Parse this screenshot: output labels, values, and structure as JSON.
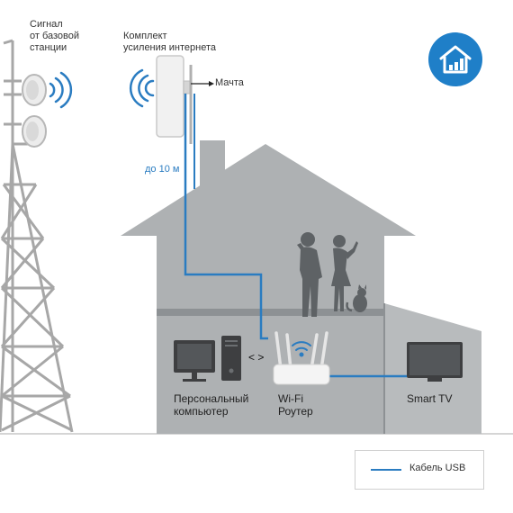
{
  "labels": {
    "signal_line1": "Сигнал",
    "signal_line2": "от базовой",
    "signal_line3": "станции",
    "kit_line1": "Комплект",
    "kit_line2": "усиления интернета",
    "mast": "Мачта",
    "distance": "до 10 м",
    "pc_line1": "Персональный",
    "pc_line2": "компьютер",
    "router_line1": "Wi-Fi",
    "router_line2": "Роутер",
    "tv": "Smart TV",
    "connector": "< >"
  },
  "legend": {
    "usb_cable": "Кабель USB"
  },
  "icons": {
    "badge": "house-signal-icon",
    "antenna": "outdoor-antenna-icon",
    "tower": "cell-tower-icon"
  },
  "colors": {
    "house": "#aeb1b3",
    "house_dark": "#8d9194",
    "cable": "#2a7cc1",
    "badge": "#1f7fc8",
    "tower": "#a7a7a7",
    "silhouette": "#5e6265"
  }
}
